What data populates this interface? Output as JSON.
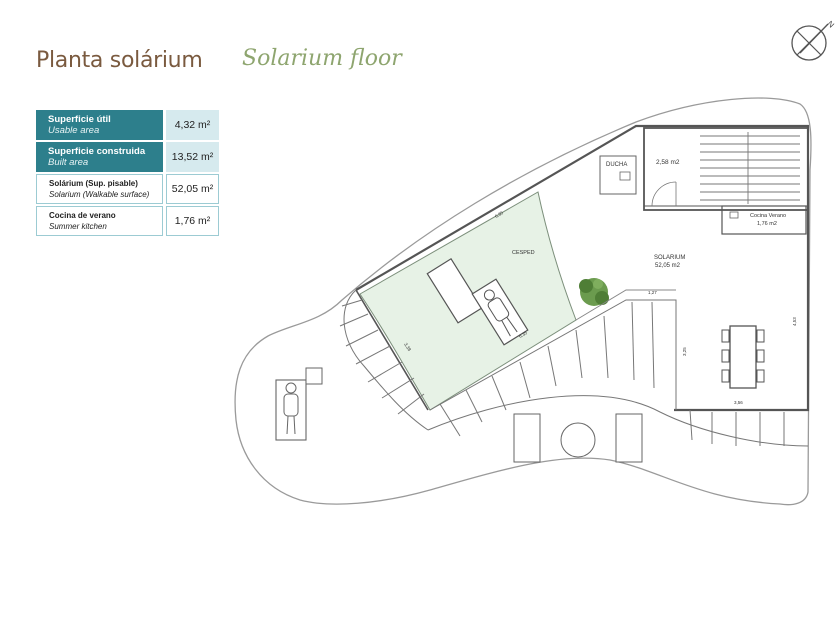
{
  "title_es": "Planta solárium",
  "title_en": "Solarium floor",
  "compass_letter": "N",
  "areas": [
    {
      "label_es": "Superficie útil",
      "label_en": "Usable area",
      "value": "4,32 m²"
    },
    {
      "label_es": "Superficie construida",
      "label_en": "Built area",
      "value": "13,52 m²"
    },
    {
      "label_es": "Solárium (Sup. pisable)",
      "label_en": "Solarium (Walkable surface)",
      "value": "52,05 m²"
    },
    {
      "label_es": "Cocina de verano",
      "label_en": "Summer kitchen",
      "value": "1,76 m²"
    }
  ],
  "plan": {
    "ducha": "DUCHA",
    "stair_area": "2,58 m2",
    "kitchen_line1": "Cocina Verano",
    "kitchen_line2": "1,76 m2",
    "cesped": "CESPED",
    "solarium_line1": "SOLARIUM",
    "solarium_line2": "52,05 m2",
    "dim_top": "6,35",
    "dim_walk": "1,27",
    "dim_vert": "3,25",
    "dim_table": "3,56",
    "dim_right": "4,53",
    "dim_diag": "6,35",
    "dim_left": "3,38"
  },
  "colors": {
    "title_es": "#7a5a3f",
    "title_en": "#8ea56f",
    "table_dark": "#2d7f8c",
    "table_value_bg": "#d6eaee",
    "lawn": "#e7f2e6"
  }
}
